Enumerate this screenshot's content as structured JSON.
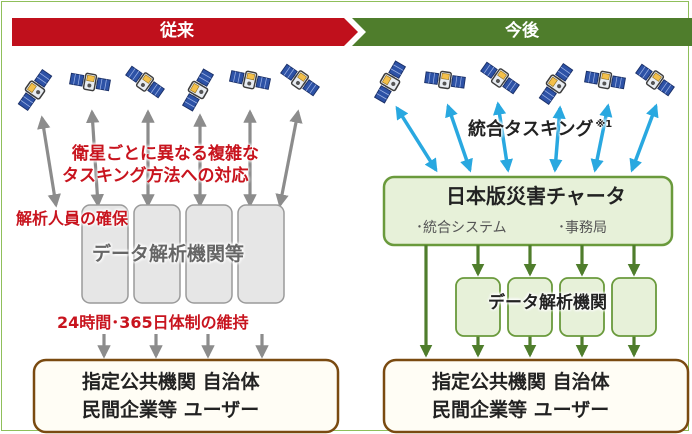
{
  "left": {
    "header": "従来",
    "issue_line1": "衛星ごとに異なる複雑な",
    "issue_line2": "タスキング方法への対応",
    "staff_label": "解析人員の確保",
    "center_label": "データ解析機関等",
    "operation_label": "24時間･365日体制の維持",
    "users_line1": "指定公共機関 自治体",
    "users_line2": "民間企業等 ユーザー"
  },
  "right": {
    "header": "今後",
    "tasking_label": "統合タスキング",
    "tasking_note": "※1",
    "charter_title": "日本版災害チャータ",
    "charter_item1": "･統合システム",
    "charter_item2": "･事務局",
    "center_label": "データ解析機関",
    "users_line1": "指定公共機関 自治体",
    "users_line2": "民間企業等 ユーザー"
  },
  "colors": {
    "left_header": "#c0101c",
    "right_header": "#4f7d2c",
    "red_text": "#c8141e",
    "grey_arrow": "#8c8c8c",
    "blue_arrow": "#29a8e0",
    "green_border": "#6a9a3c",
    "green_fill": "#e7f1d9",
    "users_border": "#7a4a10",
    "users_fill": "#fffdf5",
    "frame": "#8fbf5a"
  },
  "icons": [
    "satellite-icon"
  ]
}
